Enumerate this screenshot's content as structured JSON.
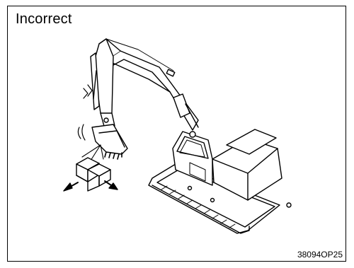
{
  "heading": "Incorrect",
  "figure_code": "38094OP25",
  "icons": [
    "excavator-illustration",
    "suspended-load-icon",
    "swing-direction-arrows",
    "vibration-lines-icon"
  ]
}
